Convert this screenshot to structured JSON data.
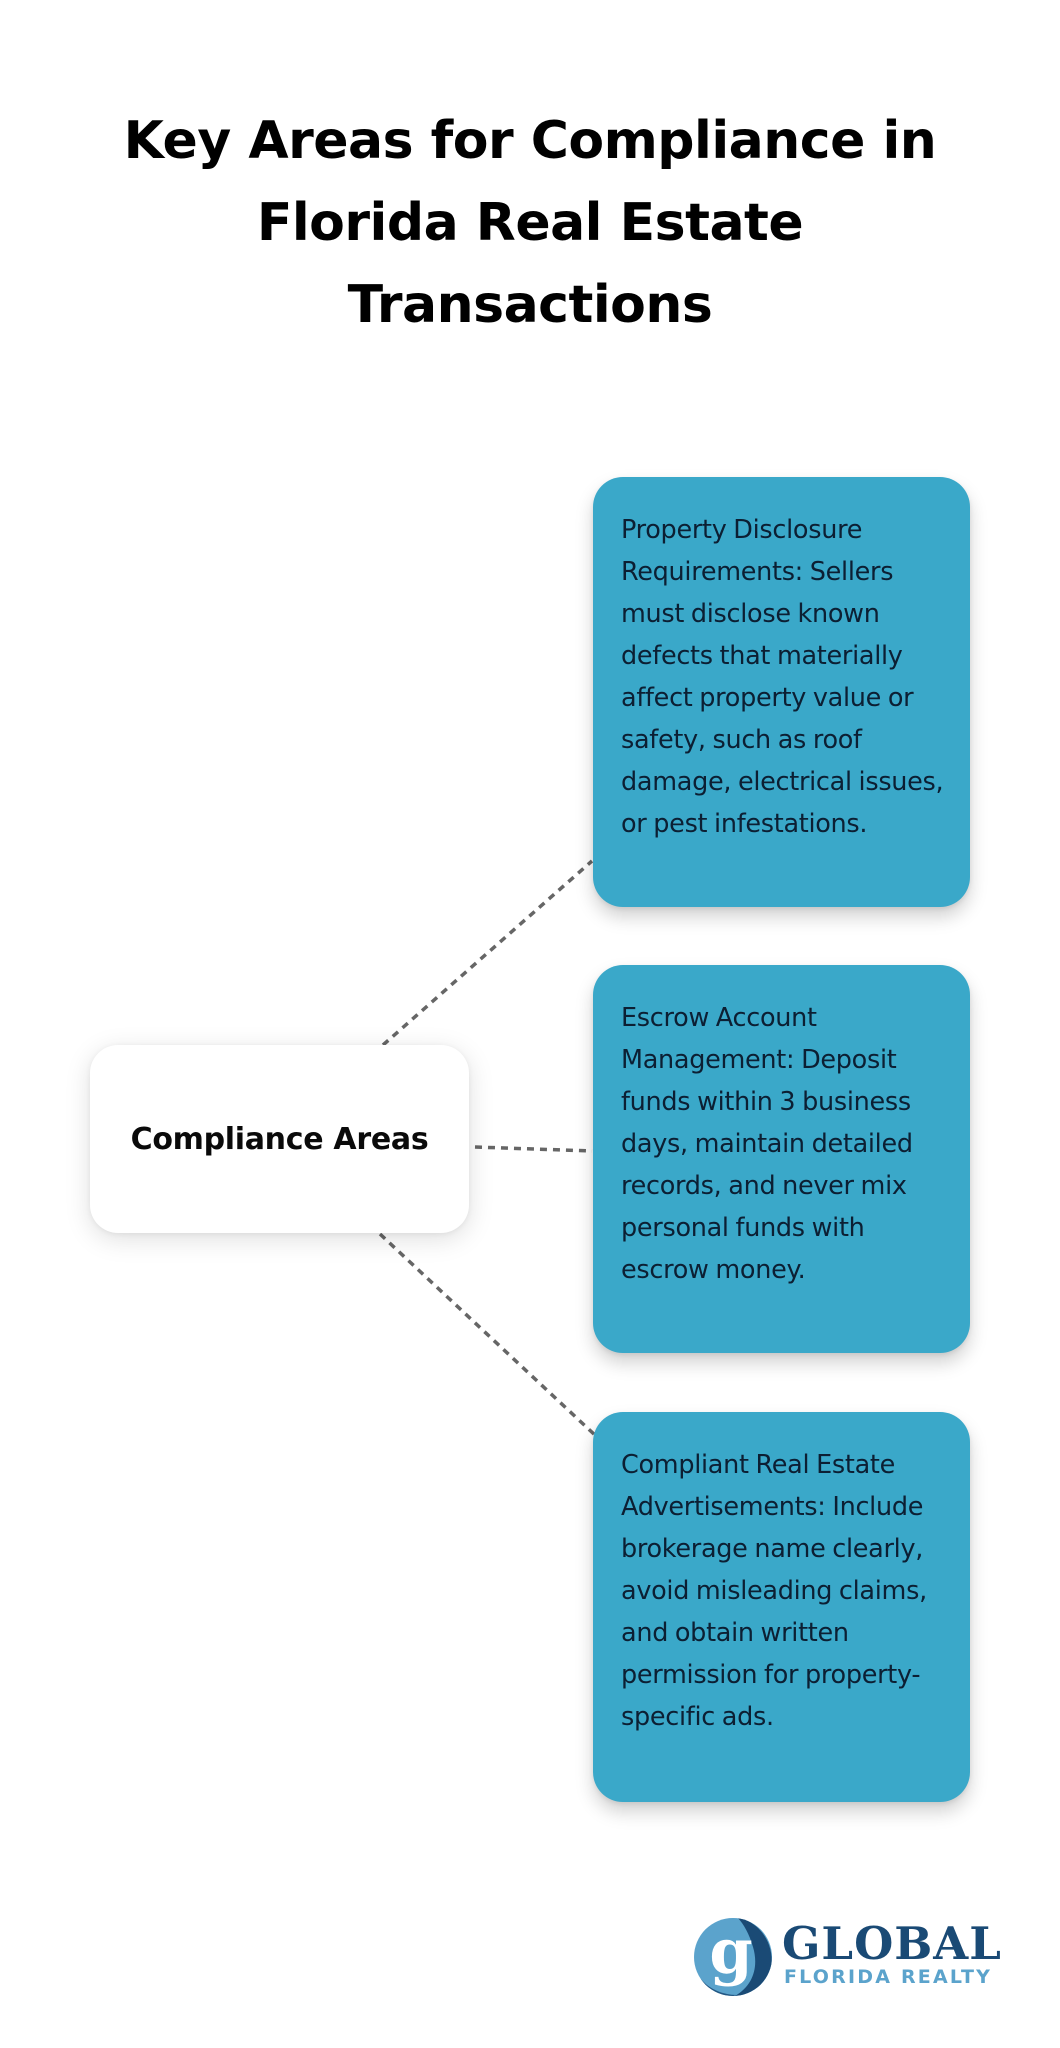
{
  "title": {
    "lines": [
      "Key Areas for Compliance in",
      "Florida Real Estate",
      "Transactions"
    ]
  },
  "center_node": {
    "label": "Compliance Areas"
  },
  "cards": [
    {
      "text": "Property Disclosure Requirements: Sellers must disclose known defects that materially affect property value or safety, such as roof damage, electrical issues, or pest infestations."
    },
    {
      "text": "Escrow Account Management: Deposit funds within 3 business days, maintain detailed records, and never mix personal funds with escrow money."
    },
    {
      "text": "Compliant Real Estate Advertisements: Include brokerage name clearly, avoid misleading claims, and obtain written permission for property-specific ads."
    }
  ],
  "logo": {
    "mark_letter": "g",
    "name": "GLOBAL",
    "tagline": "FLORIDA REALTY"
  },
  "colors": {
    "card_fill": "#3aa8c9",
    "card_text": "#0c1f33",
    "connector": "#666666",
    "logo_dark": "#1a4a75",
    "logo_light": "#5ba3cc"
  }
}
